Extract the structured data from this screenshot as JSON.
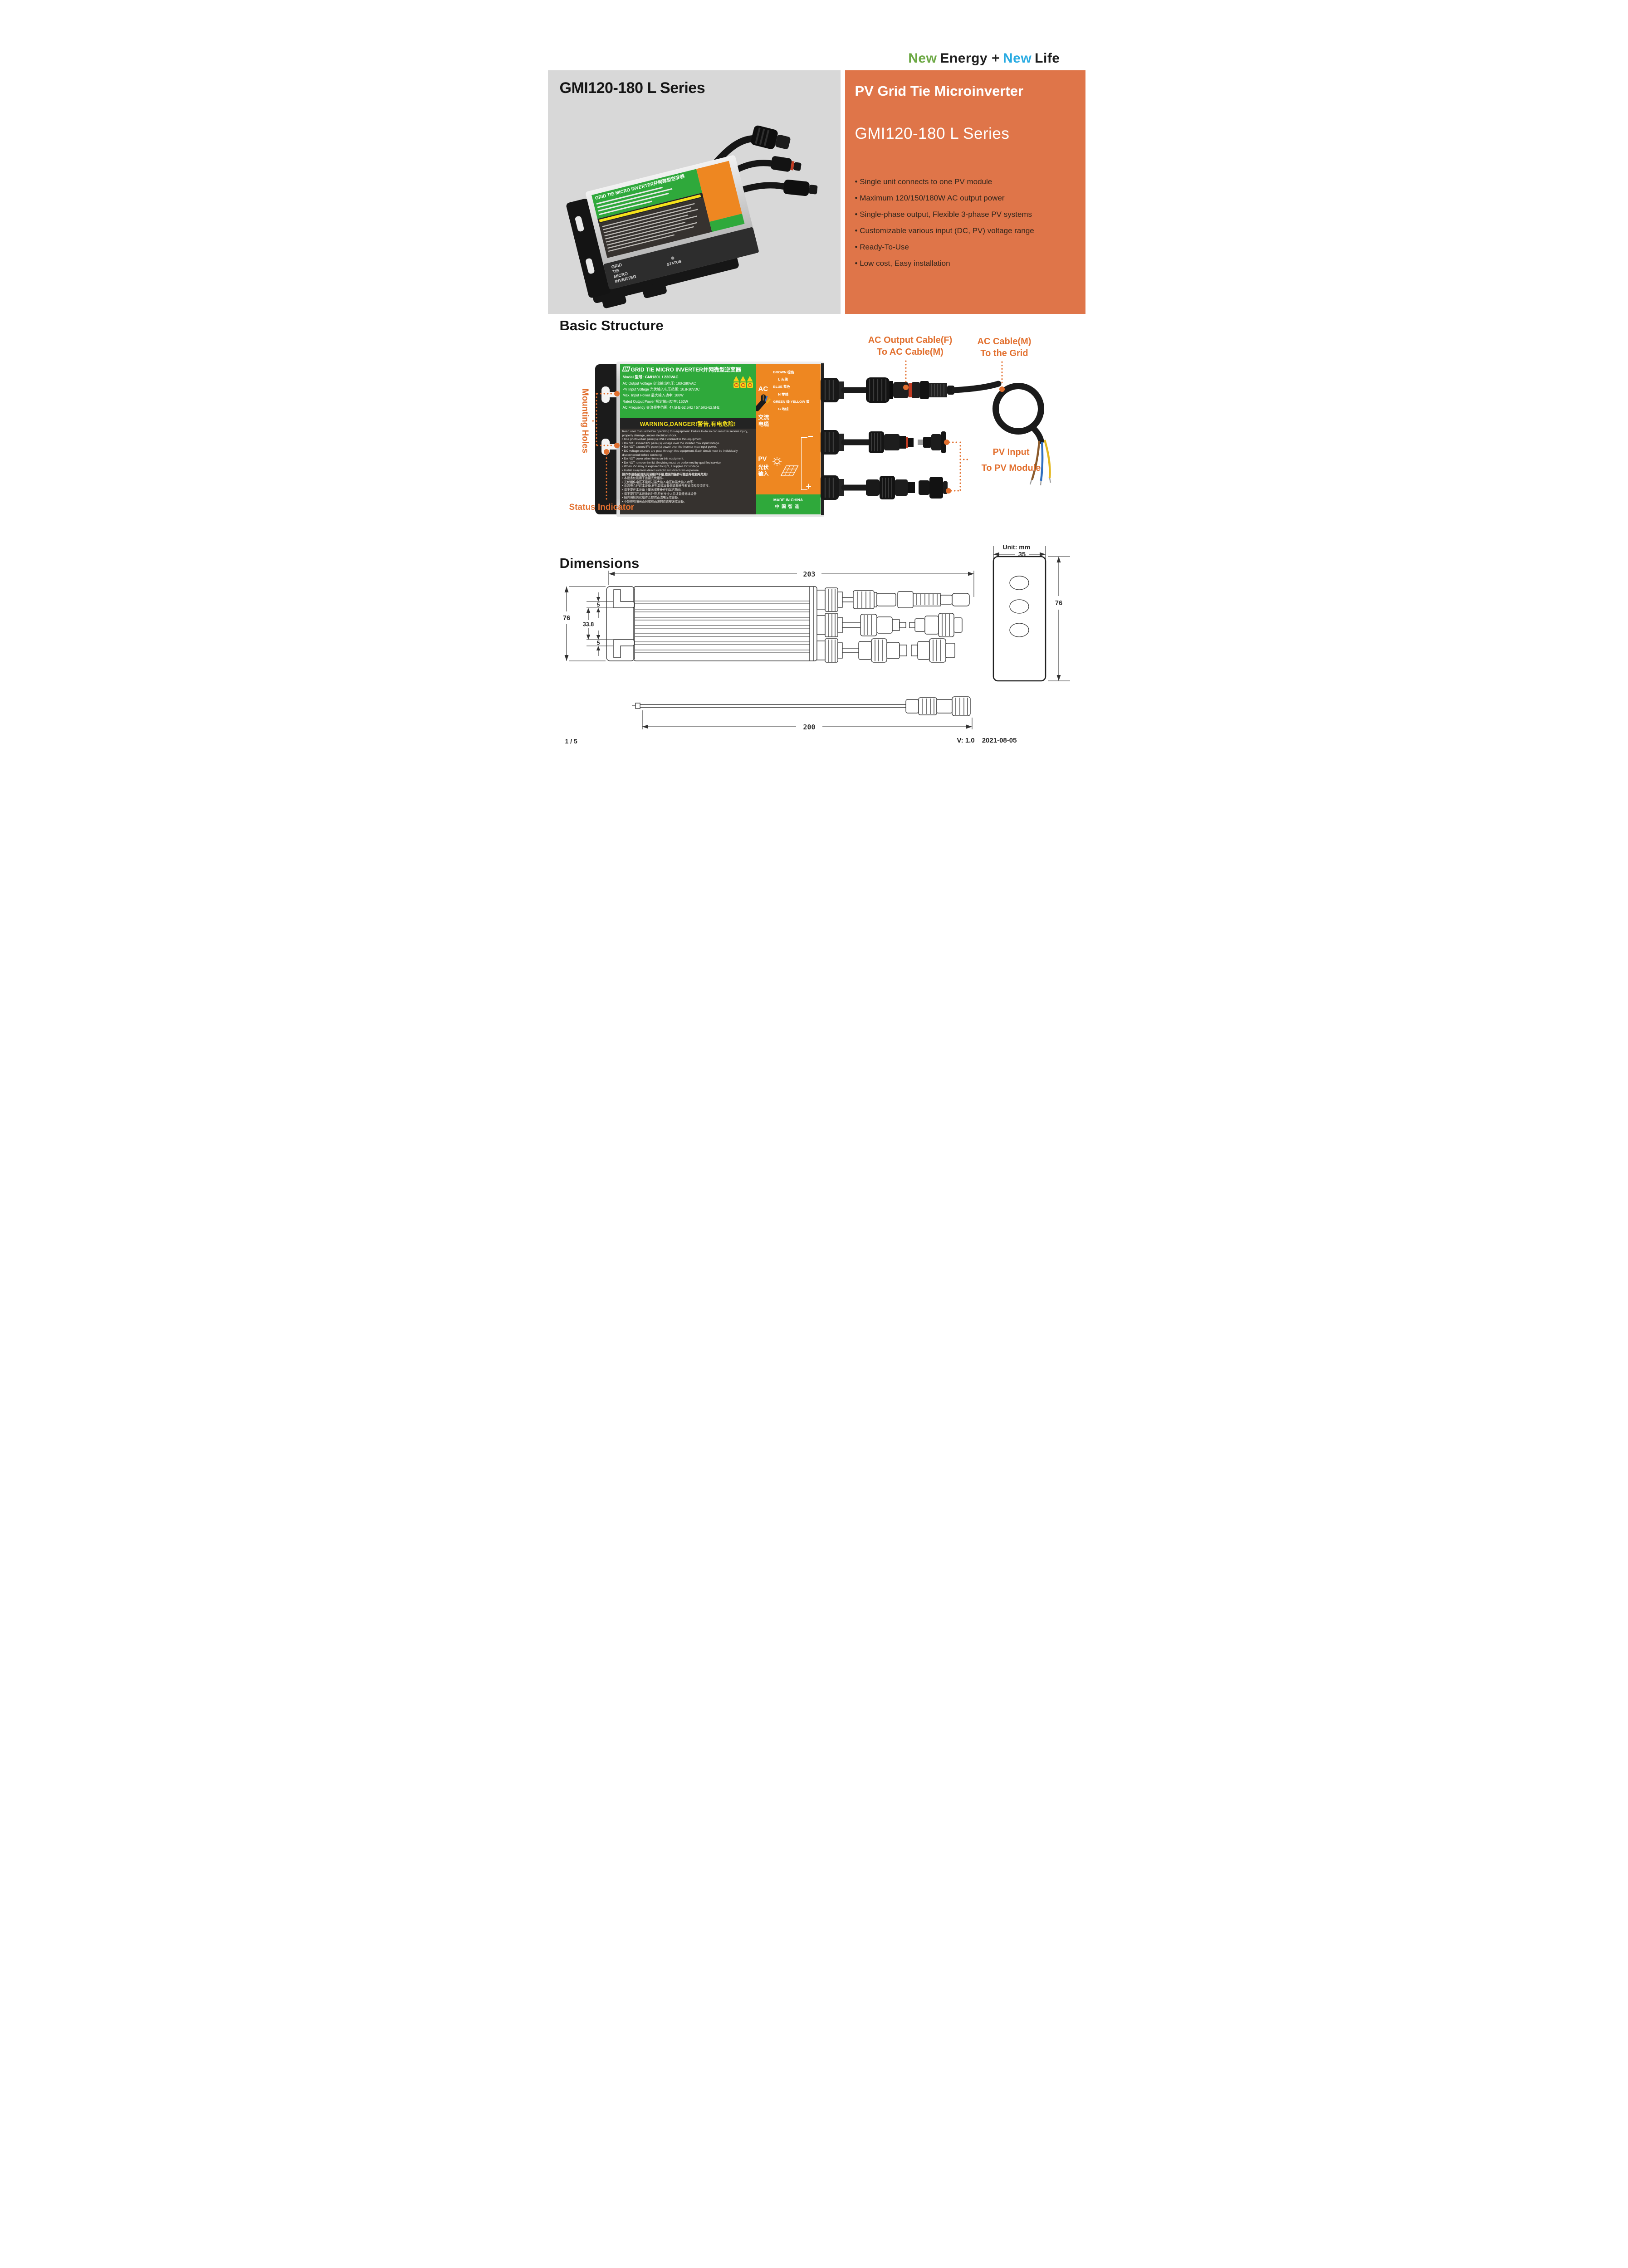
{
  "tagline": {
    "n1": "New",
    "w1": "Energy +",
    "n2": "New",
    "w2": "Life"
  },
  "hero": {
    "series_title": "GMI120-180 L Series",
    "product_title": "PV Grid Tie Microinverter",
    "product_series": "GMI120-180 L Series",
    "features": [
      "Single unit connects to one PV module",
      "Maximum 120/150/180W AC output power",
      "Single-phase output, Flexible 3-phase PV systems",
      "Customizable various input (DC, PV) voltage range",
      "Ready-To-Use",
      "Low cost, Easy installation"
    ]
  },
  "basic_structure": {
    "heading": "Basic Structure",
    "callouts": {
      "ac_out1": "AC Output Cable(F)",
      "ac_out2": "To AC Cable(M)",
      "ac_m1": "AC Cable(M)",
      "ac_m2": "To the Grid",
      "pv1": "PV Input",
      "pv2": "To PV Module",
      "mounting": "Mounting Holes",
      "status": "Status Indicator"
    },
    "device_label": {
      "title": "GRID TIE MICRO INVERTER并网微型逆变器",
      "model": "Model 型号: GMI180L / 230VAC",
      "specs": [
        "AC Output Voltage 交流输出电压: 180-280VAC",
        "PV Input Voltage 光伏输入电压范围: 10.8-30VDC",
        "Max. Input Power 最大输入功率: 180W",
        "Rated Output Power 额定输出功率: 150W",
        "AC Frequency 交流频率范围: 47.5Hz-52.5Hz / 57.5Hz-62.5Hz"
      ],
      "warning_banner": "WARNING,DANGER!警告,有电危险!",
      "warnings_en": [
        "Read user manual before operating this equipment. Failure to do so can result in serious injury, property damage, and/or electrical shock.",
        "• Use photovoltaic panel(s) ONLY connect to this equipment.",
        "• Do NOT exceed PV panel(s) voltage over the inverter max input voltage.",
        "• Do NOT exceed PV panel(s) power over the inverter max input power.",
        "• DC voltage sources are pass through this equipment. Each circuit must be individually disconnected before servicing.",
        "• Do NOT cover other items on this equipment.",
        "• Do NOT remove the lid. Servicing must be performed by qualified service.",
        "• When PV array is exposed to light, it supples DC voltage.",
        "• Install away from direct sunlight and direct rain exposure."
      ],
      "warnings_zh": [
        "操作本设备前请先阅读用户手册,错误的操作可能会导致触电危险!",
        "• 本设备仅能用于连接光伏组件.",
        "• 光伏组件电压不能超过最大输入电压和最大输入功率.",
        "• 直流电会经过本设备,在拆卸本设备前请断开所有直流和交流连接.",
        "• 请不要在本设备上覆盖或堆叠任何其它物品.",
        "• 请不要打开本设备的外壳,只有专业人员才能维修本设备.",
        "• 阳光照射光伏组件会提供直流电至本设备.",
        "• 不能在有阳光直射或有雨淋的位置安装本设备."
      ],
      "ac": "AC",
      "ac_zh1": "交流",
      "ac_zh2": "电缆",
      "pv": "PV",
      "pv_zh1": "光伏",
      "pv_zh2": "输入",
      "minus": "−",
      "plus": "+",
      "wires": {
        "brown": "BROWN 棕色",
        "brown2": "L 火线",
        "blue": "BLUE 蓝色",
        "blue2": "N 零线",
        "green": "GREEN  绿",
        "yellow": "YELLOW 黄",
        "ground": "G 地线"
      },
      "made1": "MADE IN CHINA",
      "made2": "中国智造"
    }
  },
  "photo": {
    "side_line1": "GRID",
    "side_line2": "TIE",
    "side_line3": "MICRO",
    "side_line4": "INVERTER",
    "status": "STATUS"
  },
  "dimensions": {
    "heading": "Dimensions",
    "unit": "Unit: mm",
    "dims": {
      "length": "203",
      "height_front": "76",
      "slot_top": "5",
      "slot_gap": "33.8",
      "slot_bottom": "5",
      "cable_length": "200",
      "side_width": "35",
      "side_height": "76"
    }
  },
  "footer": {
    "page": "1 / 5",
    "version": "V: 1.0",
    "date": "2021-08-05"
  },
  "colors": {
    "accent_orange": "#E2702F",
    "panel_orange": "#DF7549",
    "brand_green": "#6CA844",
    "brand_blue": "#29ABE2",
    "label_green": "#2FA93B",
    "label_orange": "#EE8721",
    "warning_yellow": "#F5E11A",
    "wire_brown": "#8B5A2B",
    "wire_blue": "#2F6FC0",
    "wire_yellow": "#E3B71E"
  }
}
